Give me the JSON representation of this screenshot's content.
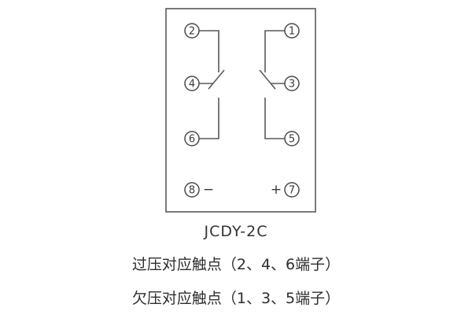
{
  "diagram": {
    "terminals": {
      "t1": "1",
      "t2": "2",
      "t3": "3",
      "t4": "4",
      "t5": "5",
      "t6": "6",
      "t7": "7",
      "t8": "8"
    },
    "polarity": {
      "minus": "−",
      "plus": "+"
    }
  },
  "labels": {
    "model": "JCDY-2C",
    "caption_overvoltage": "过压对应触点（2、4、6端子）",
    "caption_undervoltage": "欠压对应触点（1、3、5端子）"
  }
}
